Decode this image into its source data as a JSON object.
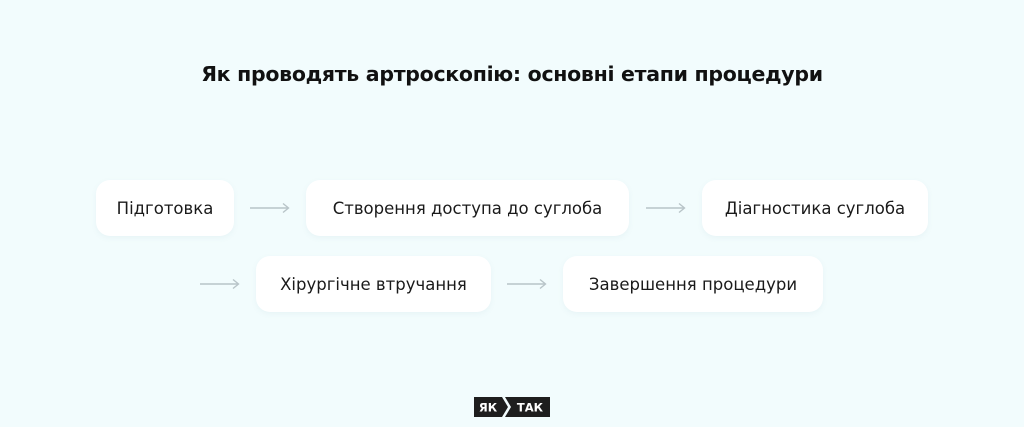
{
  "title": "Як проводять артроскопію: основні етапи процедури",
  "steps": [
    {
      "label": "Підготовка"
    },
    {
      "label": "Створення доступа до суглоба"
    },
    {
      "label": "Діагностика суглоба"
    },
    {
      "label": "Хірургічне втручання"
    },
    {
      "label": "Завершення процедури"
    }
  ],
  "logo": {
    "left_text": "ЯК",
    "right_text": "ТАК"
  },
  "colors": {
    "background": "#f2fcfd",
    "card": "#ffffff",
    "arrow": "#b8c4c8",
    "logo": "#1e1e1e"
  }
}
